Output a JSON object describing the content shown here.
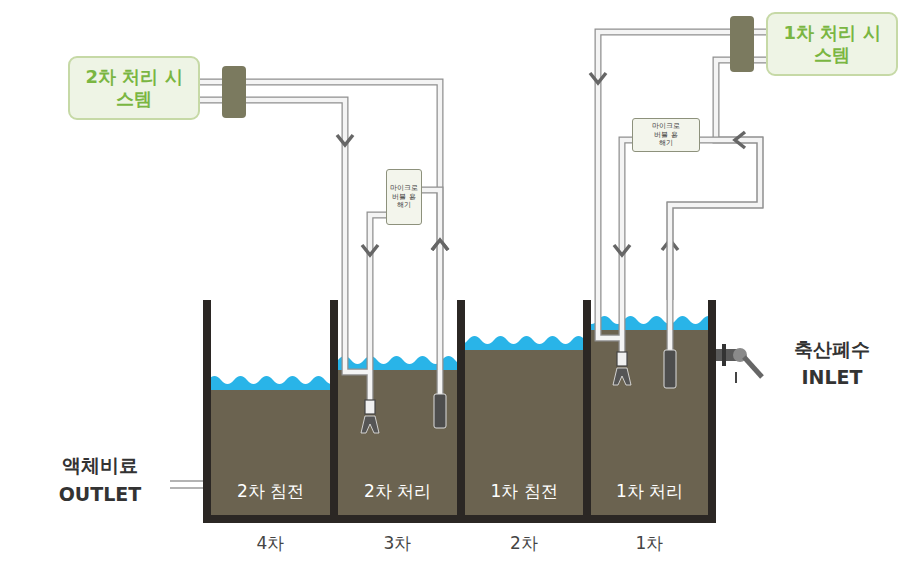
{
  "diagram": {
    "nodes": [
      {
        "text": [
          "2차 처리 시스템"
        ]
      },
      {
        "text": [
          "1차 처리 시스템"
        ]
      },
      {
        "text": [
          "마이크로 버블 용해기"
        ]
      },
      {
        "text": [
          "마이크로 버블 용해기"
        ]
      },
      {
        "text": [
          "2차 침전",
          "4차"
        ]
      },
      {
        "text": [
          "2차 처리",
          "3차"
        ]
      },
      {
        "text": [
          "1차 침전",
          "2차"
        ]
      },
      {
        "text": [
          "1차 처리",
          "1차"
        ]
      }
    ],
    "edges": [
      {
        "from": 5,
        "to": 0,
        "arrow": "to"
      },
      {
        "from": 0,
        "to": 5,
        "arrow": "to"
      },
      {
        "from": 5,
        "to": 2,
        "arrow": "to"
      },
      {
        "from": 2,
        "to": 5,
        "arrow": "to"
      },
      {
        "from": 7,
        "to": 1,
        "arrow": "to"
      },
      {
        "from": 7,
        "to": 3,
        "arrow": "to"
      },
      {
        "from": 1,
        "to": 7,
        "arrow": "to"
      },
      {
        "from": 3,
        "to": 7,
        "arrow": "to"
      }
    ],
    "labels": [
      "축산폐수",
      "INLET",
      "액체비료",
      "OUTLET"
    ]
  }
}
